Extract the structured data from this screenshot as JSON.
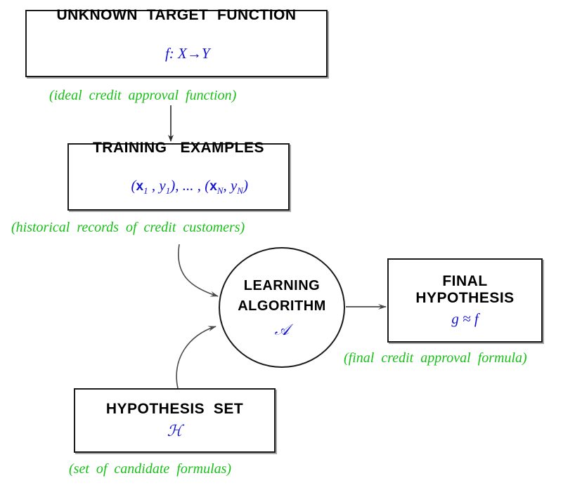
{
  "diagram": {
    "title": "Learning from data — basic setup",
    "colors": {
      "text": "#000000",
      "symbol_blue": "#1414d2",
      "caption_green": "#18c018",
      "stroke": "#1a1a1a",
      "background": "#ffffff"
    },
    "nodes": {
      "target_function": {
        "title": "UNKNOWN  TARGET  FUNCTION",
        "symbol_prefix": "f: ",
        "symbol_domain": "X",
        "symbol_arrow": "→",
        "symbol_range": "Y",
        "caption": "(ideal  credit  approval  function)"
      },
      "training_examples": {
        "title": "TRAINING   EXAMPLES",
        "symbol_open": "(",
        "symbol_x1": "x",
        "symbol_x1_sub": "1",
        "symbol_comma1": " , ",
        "symbol_y1": "y",
        "symbol_y1_sub": "1",
        "symbol_mid": "), ... , (",
        "symbol_xN": "x",
        "symbol_xN_sub": "N",
        "symbol_comma2": ", ",
        "symbol_yN": "y",
        "symbol_yN_sub": "N",
        "symbol_close": ")",
        "caption": "(historical  records  of  credit  customers)"
      },
      "learning_algorithm": {
        "title_line1": "LEARNING",
        "title_line2": "ALGORITHM",
        "symbol": "𝒜"
      },
      "final_hypothesis": {
        "title_line1": "FINAL",
        "title_line2": "HYPOTHESIS",
        "symbol": "g ≈ f",
        "caption": "(final  credit  approval  formula)"
      },
      "hypothesis_set": {
        "title": "HYPOTHESIS  SET",
        "symbol": "ℋ",
        "caption": "(set  of  candidate  formulas)"
      }
    },
    "edges": [
      {
        "name": "target-to-training",
        "from": "target_function",
        "to": "training_examples",
        "style": "straight-vertical-arrow"
      },
      {
        "name": "training-to-algorithm",
        "from": "training_examples",
        "to": "learning_algorithm",
        "style": "curved-arrow"
      },
      {
        "name": "hypothesis-set-to-algorithm",
        "from": "hypothesis_set",
        "to": "learning_algorithm",
        "style": "curved-arrow"
      },
      {
        "name": "algorithm-to-final",
        "from": "learning_algorithm",
        "to": "final_hypothesis",
        "style": "straight-horizontal-arrow"
      }
    ]
  }
}
